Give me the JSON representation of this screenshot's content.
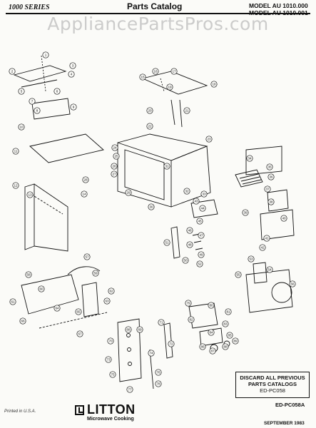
{
  "header": {
    "series": "1000 SERIES",
    "title": "Parts Catalog",
    "model_lines": [
      "MODEL AU 1010.000",
      "MODEL AU 1010.001"
    ]
  },
  "watermark": "AppliancePartsPros.com",
  "callouts": [
    "1",
    "2",
    "3",
    "4",
    "5",
    "6",
    "7",
    "8",
    "9",
    "10",
    "11",
    "12",
    "13",
    "14",
    "15",
    "16",
    "17",
    "18",
    "19",
    "20",
    "21",
    "22",
    "23",
    "24",
    "25",
    "26",
    "27",
    "28",
    "29",
    "30",
    "31",
    "32",
    "33",
    "34",
    "35",
    "36",
    "37",
    "38",
    "39",
    "40",
    "41",
    "42",
    "43",
    "44",
    "45",
    "46",
    "47",
    "48",
    "49",
    "50",
    "51",
    "52",
    "53",
    "54",
    "55",
    "56",
    "57",
    "58",
    "59",
    "60",
    "61",
    "62",
    "63",
    "64",
    "65",
    "66",
    "67",
    "68",
    "69",
    "70",
    "71",
    "72",
    "73",
    "74",
    "75",
    "76",
    "77",
    "78",
    "79",
    "80",
    "81",
    "82",
    "83",
    "84",
    "85",
    "86",
    "87",
    "88",
    "89"
  ],
  "notice": {
    "lines": [
      "DISCARD ALL PREVIOUS",
      "PARTS CATALOGS"
    ],
    "code": "ED-PC058"
  },
  "footer": {
    "printed": "Printed in U.S.A.",
    "brand": "LITTON",
    "brand_sub": "Microwave Cooking",
    "doc_code": "ED-PC058A",
    "date": "SEPTEMBER 1983"
  },
  "colors": {
    "ink": "#111111",
    "paper": "#fbfbf8",
    "watermark": "#a5a5a5"
  }
}
